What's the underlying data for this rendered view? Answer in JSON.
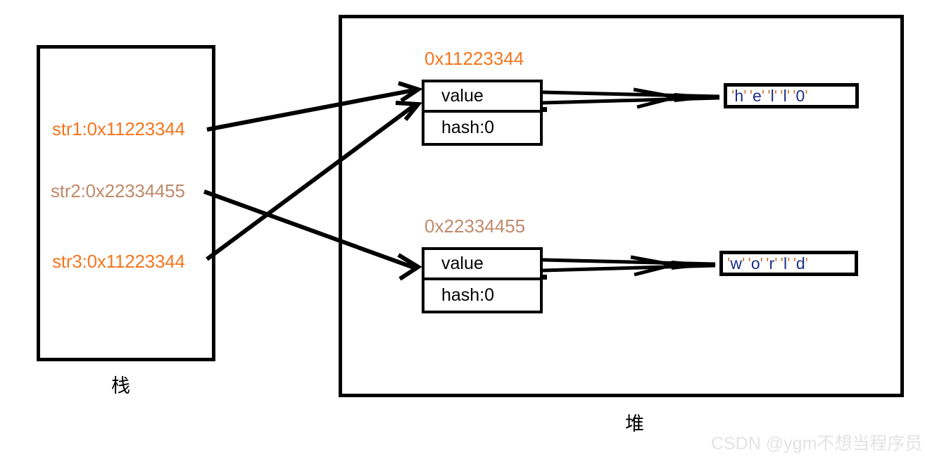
{
  "diagram": {
    "title_caption_stack": "栈",
    "title_caption_heap": "堆",
    "watermark": "CSDN @ygm不想当程序员"
  },
  "colors": {
    "orange_bright": "#f4761f",
    "orange_muted": "#c08a6a",
    "ink": "#000000",
    "char_quote": "#c8813f",
    "char_letter": "#1b2f8a",
    "watermark": "#e3e3e3",
    "background": "#ffffff"
  },
  "stack": {
    "caption": "栈",
    "variables": [
      {
        "label": "str1:0x11223344",
        "name": "str1",
        "address": "0x11223344",
        "color": "#f4761f"
      },
      {
        "label": "str2:0x22334455",
        "name": "str2",
        "address": "0x22334455",
        "color": "#c08a6a"
      },
      {
        "label": "str3:0x11223344",
        "name": "str3",
        "address": "0x11223344",
        "color": "#f4761f"
      }
    ]
  },
  "heap": {
    "caption": "堆",
    "objects": [
      {
        "address": "0x11223344",
        "address_color": "#f4761f",
        "fields": [
          {
            "label": "value"
          },
          {
            "label": "hash:0"
          }
        ],
        "char_array": [
          {
            "quote_open": "'",
            "char": "h",
            "quote_close": "'"
          },
          {
            "quote_open": "'",
            "char": "e",
            "quote_close": "'"
          },
          {
            "quote_open": "'",
            "char": "l",
            "quote_close": "'"
          },
          {
            "quote_open": "'",
            "char": "l",
            "quote_close": "'"
          },
          {
            "quote_open": "'",
            "char": "0",
            "quote_close": "'"
          }
        ]
      },
      {
        "address": "0x22334455",
        "address_color": "#c08a6a",
        "fields": [
          {
            "label": "value"
          },
          {
            "label": "hash:0"
          }
        ],
        "char_array": [
          {
            "quote_open": "'",
            "char": "w",
            "quote_close": "'"
          },
          {
            "quote_open": "'",
            "char": "o",
            "quote_close": "'"
          },
          {
            "quote_open": "'",
            "char": "r",
            "quote_close": "'"
          },
          {
            "quote_open": "'",
            "char": "l",
            "quote_close": "'"
          },
          {
            "quote_open": "'",
            "char": "d",
            "quote_close": "'"
          }
        ]
      }
    ]
  },
  "references": [
    {
      "from": "str1",
      "to": "0x11223344"
    },
    {
      "from": "str2",
      "to": "0x22334455"
    },
    {
      "from": "str3",
      "to": "0x11223344"
    }
  ]
}
